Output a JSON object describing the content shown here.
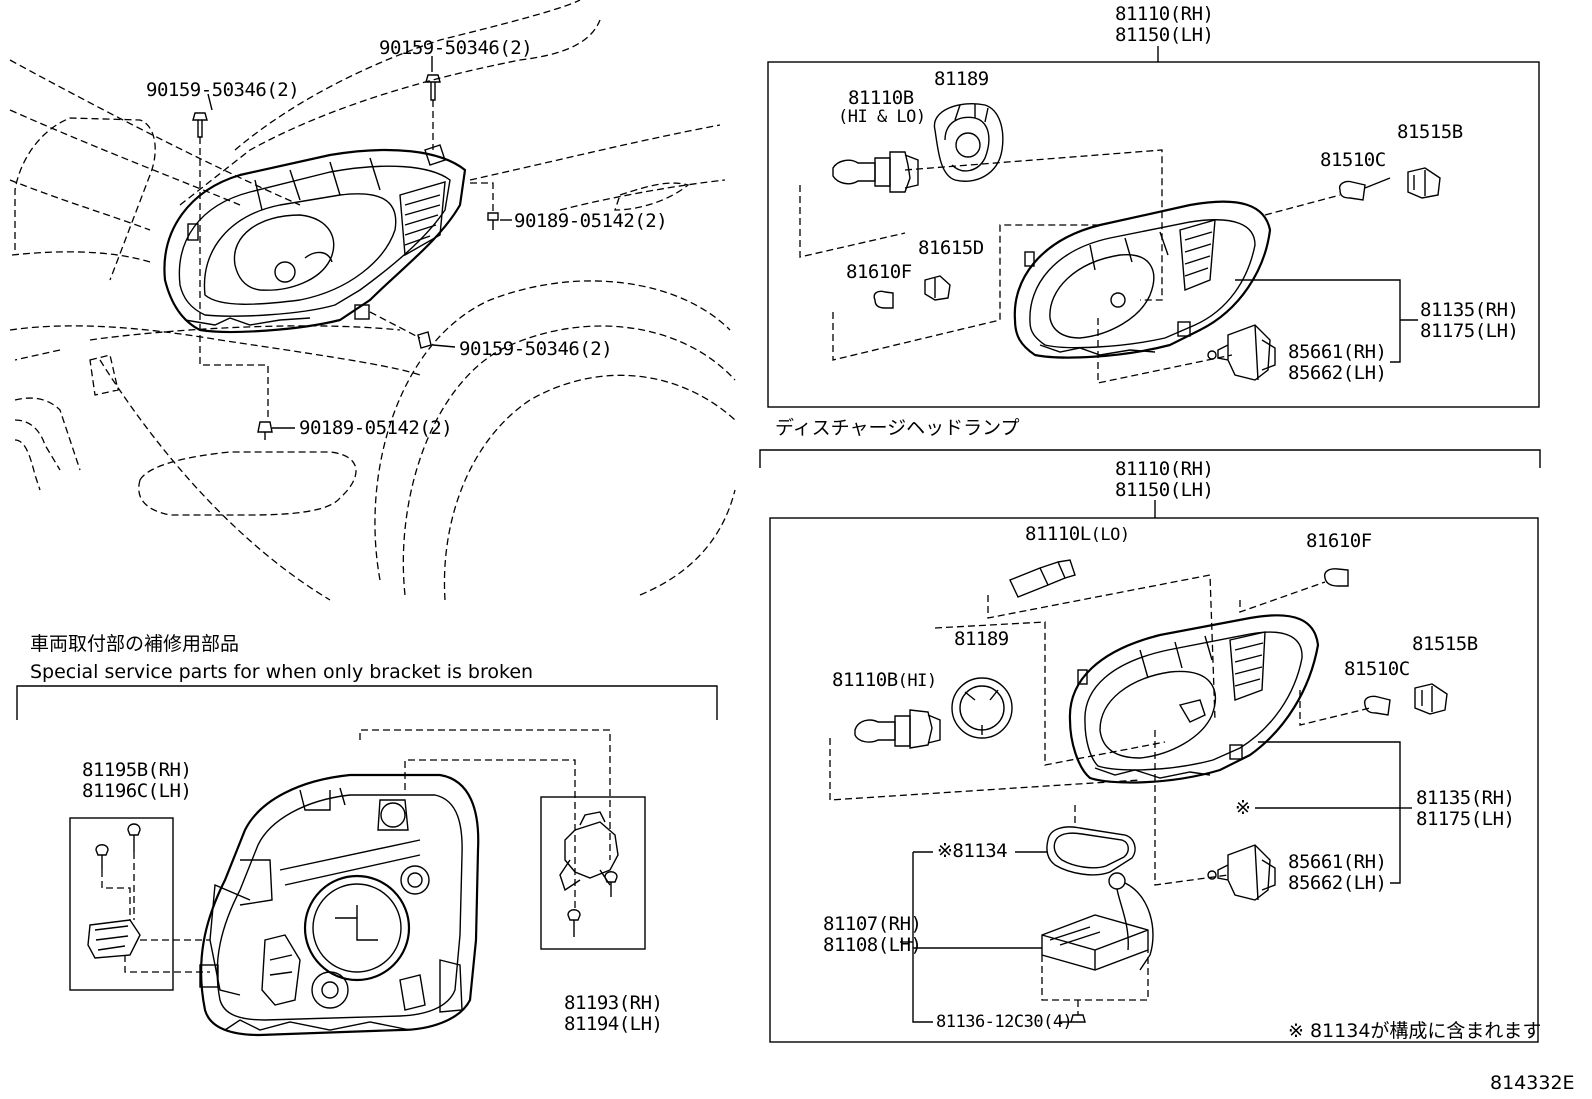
{
  "top_left": {
    "callouts": [
      "90159-50346(2)",
      "90159-50346(2)",
      "90189-05142(2)",
      "90159-50346(2)",
      "90189-05142(2)"
    ]
  },
  "top_right": {
    "assembly": [
      "81110(RH)",
      "81150(LH)"
    ],
    "bulb": {
      "code": "81110B",
      "note": "(HI & LO)"
    },
    "cover": "81189",
    "socket_c": "81515B",
    "bulb_c": "81510C",
    "socket_d": "81615D",
    "bulb_f": "81610F",
    "bracket": [
      "81135(RH)",
      "81175(LH)"
    ],
    "actuator": [
      "85661(RH)",
      "85662(LH)"
    ]
  },
  "discharge": {
    "title": "ディスチャージヘッドランプ",
    "assembly": [
      "81110(RH)",
      "81150(LH)"
    ],
    "lo_bulb": {
      "code": "81110L",
      "note": "(LO)"
    },
    "bulb_f": "81610F",
    "cover": "81189",
    "hi_bulb": {
      "code": "81110B",
      "note": "(HI)"
    },
    "socket_b": "81515B",
    "bulb_c": "81510C",
    "mark": "※",
    "bracket": [
      "81135(RH)",
      "81175(LH)"
    ],
    "gasket": "※81134",
    "actuator": [
      "85661(RH)",
      "85662(LH)"
    ],
    "ballast": [
      "81107(RH)",
      "81108(LH)"
    ],
    "screw": "81136-12C30(4)",
    "footnote": "※ 81134が構成に含まれます"
  },
  "bracket_section": {
    "title_jp": "車両取付部の補修用部品",
    "title_en": "Special service parts for when only bracket is broken",
    "kit_left": [
      "81195B(RH)",
      "81196C(LH)"
    ],
    "kit_right": [
      "81193(RH)",
      "81194(LH)"
    ]
  },
  "figure_id": "814332E"
}
